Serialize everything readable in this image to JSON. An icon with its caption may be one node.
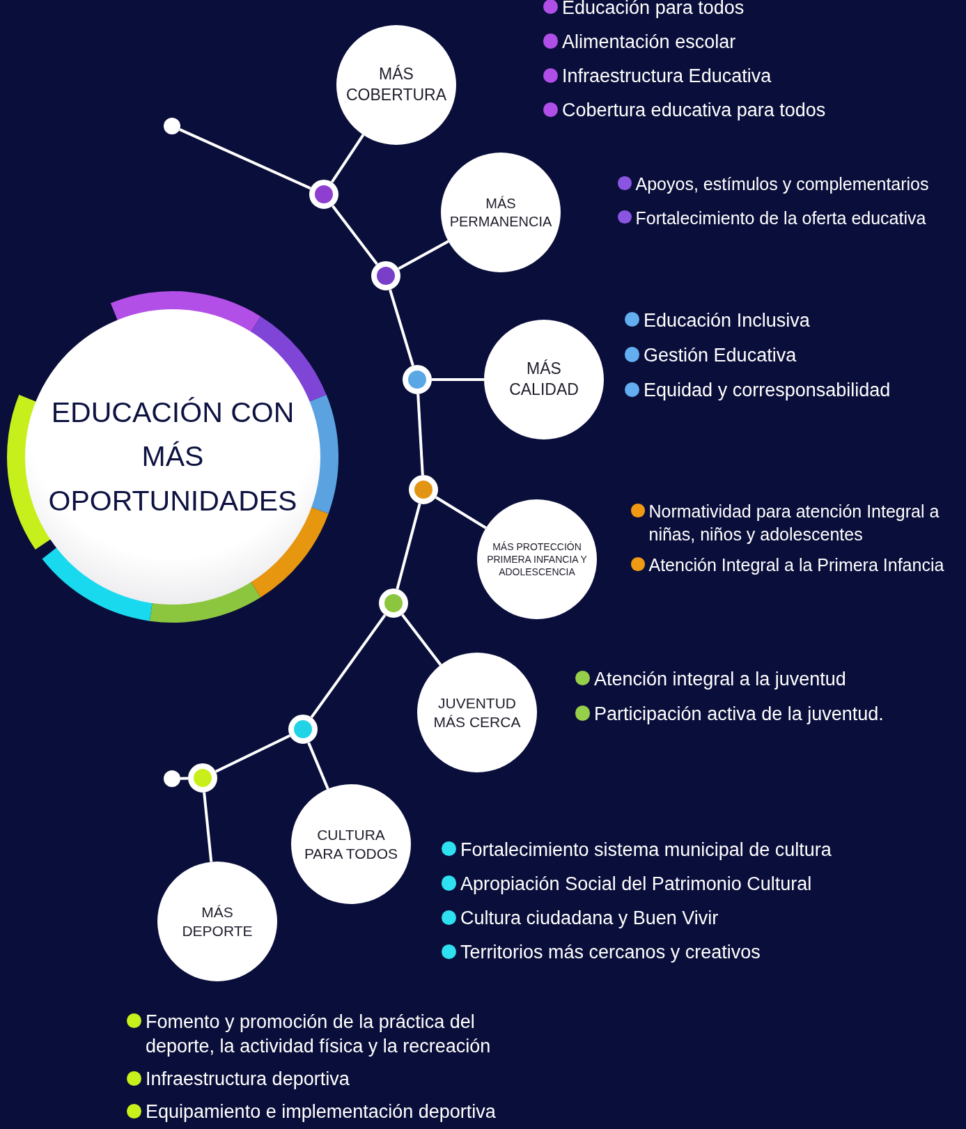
{
  "diagram": {
    "nodes": [
      {
        "text": [
          "EDUCACIÓN CON MÁS OPORTUNIDADES"
        ]
      },
      {
        "text": [
          "MÁS COBERTURA"
        ],
        "beside": [
          "Educación para todos",
          "Alimentación escolar",
          "Infraestructura Educativa",
          "Cobertura educativa para todos"
        ]
      },
      {
        "text": [
          "MÁS PERMANENCIA"
        ],
        "beside": [
          "Apoyos, estímulos y complementarios",
          "Fortalecimiento de la oferta educativa"
        ]
      },
      {
        "text": [
          "MÁS CALIDAD"
        ],
        "beside": [
          "Educación Inclusiva",
          "Gestión Educativa",
          "Equidad y corresponsabilidad"
        ]
      },
      {
        "text": [
          "MÁS PROTECCIÓN PRIMERA INFANCIA Y ADOLESCENCIA"
        ],
        "beside": [
          "Normatividad para atención Integral a niñas, niños y adolescentes",
          "Atención Integral a la Primera Infancia"
        ]
      },
      {
        "text": [
          "JUVENTUD MÁS CERCA"
        ],
        "beside": [
          "Atención integral a la juventud",
          "Participación activa de la juventud."
        ]
      },
      {
        "text": [
          "CULTURA PARA TODOS"
        ],
        "beside": [
          "Fortalecimiento sistema municipal de cultura",
          "Apropiación Social del Patrimonio Cultural",
          "Cultura ciudadana y Buen Vivir",
          "Territorios más cercanos y creativos"
        ]
      },
      {
        "text": [
          "MÁS DEPORTE"
        ],
        "beside": [
          "Fomento y promoción de la práctica del deporte, la actividad física y la recreación",
          "Infraestructura deportiva",
          "Equipamiento e implementación deportiva"
        ]
      },
      {
        "text": [],
        "shape": "circle"
      },
      {
        "text": [],
        "shape": "circle"
      },
      {
        "text": [],
        "shape": "circle"
      },
      {
        "text": [],
        "shape": "circle"
      },
      {
        "text": [],
        "shape": "circle"
      },
      {
        "text": [],
        "shape": "circle"
      },
      {
        "text": [],
        "shape": "circle"
      },
      {
        "text": [],
        "shape": "circle"
      },
      {
        "text": [],
        "shape": "circle"
      }
    ],
    "edges": [
      {
        "from": 8,
        "to": 9,
        "arrow": "none"
      },
      {
        "from": 9,
        "to": 10,
        "arrow": "none"
      },
      {
        "from": 10,
        "to": 11,
        "arrow": "none"
      },
      {
        "from": 11,
        "to": 12,
        "arrow": "none"
      },
      {
        "from": 12,
        "to": 13,
        "arrow": "none"
      },
      {
        "from": 13,
        "to": 14,
        "arrow": "none"
      },
      {
        "from": 14,
        "to": 15,
        "arrow": "none"
      },
      {
        "from": 15,
        "to": 16,
        "arrow": "none"
      },
      {
        "from": 9,
        "to": 1,
        "arrow": "none"
      },
      {
        "from": 10,
        "to": 2,
        "arrow": "none"
      },
      {
        "from": 11,
        "to": 3,
        "arrow": "none"
      },
      {
        "from": 12,
        "to": 4,
        "arrow": "none"
      },
      {
        "from": 13,
        "to": 5,
        "arrow": "none"
      },
      {
        "from": 14,
        "to": 6,
        "arrow": "none"
      },
      {
        "from": 15,
        "to": 7,
        "arrow": "none"
      }
    ]
  }
}
